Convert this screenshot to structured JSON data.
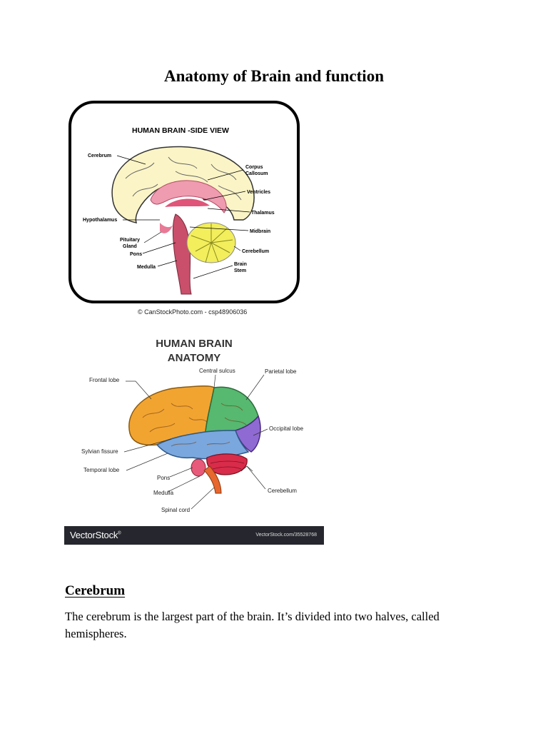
{
  "document": {
    "title": "Anatomy of Brain and function",
    "section_heading": "Cerebrum",
    "paragraph": "The cerebrum is the largest part of the brain. It’s divided into two halves, called hemispheres."
  },
  "figure1": {
    "heading": "HUMAN BRAIN -SIDE VIEW",
    "labels": {
      "cerebrum": "Cerebrum",
      "corpus_1": "Corpus",
      "corpus_2": "Callosum",
      "ventricles": "Ventricles",
      "thalamus": "Thalamus",
      "hypothalamus": "Hypothalamus",
      "midbrain": "Midbrain",
      "pituitary_1": "Pituitary",
      "pituitary_2": "Gland",
      "pons": "Pons",
      "cerebellum": "Cerebellum",
      "medulla": "Medulla",
      "brain_stem_1": "Brain",
      "brain_stem_2": "Stem"
    },
    "credit": "© CanStockPhoto.com - csp48906036"
  },
  "figure2": {
    "heading_1": "HUMAN BRAIN",
    "heading_2": "ANATOMY",
    "labels": {
      "frontal": "Frontal lobe",
      "central": "Central sulcus",
      "parietal": "Parietal lobe",
      "occipital": "Occipital lobe",
      "sylvian": "Sylvian fissure",
      "temporal": "Temporal lobe",
      "pons": "Pons",
      "medulla": "Medulla",
      "cerebellum": "Cerebellum",
      "spinal": "Spinal cord"
    },
    "logo": "VectorStock",
    "logo_mark": "®",
    "ref": "VectorStock.com/35528768"
  },
  "colors": {
    "frontal": "#f2a431",
    "parietal": "#57b86f",
    "occipital": "#8f6ad2",
    "temporal": "#7aa7dd",
    "cerebellum": "#d82c4a",
    "stem": "#e8672e",
    "cerebrum_side": "#fbf4c6",
    "cerebellum_side": "#f2ee5c",
    "stem_side": "#c94f6a",
    "corpus": "#ef9bb0"
  }
}
